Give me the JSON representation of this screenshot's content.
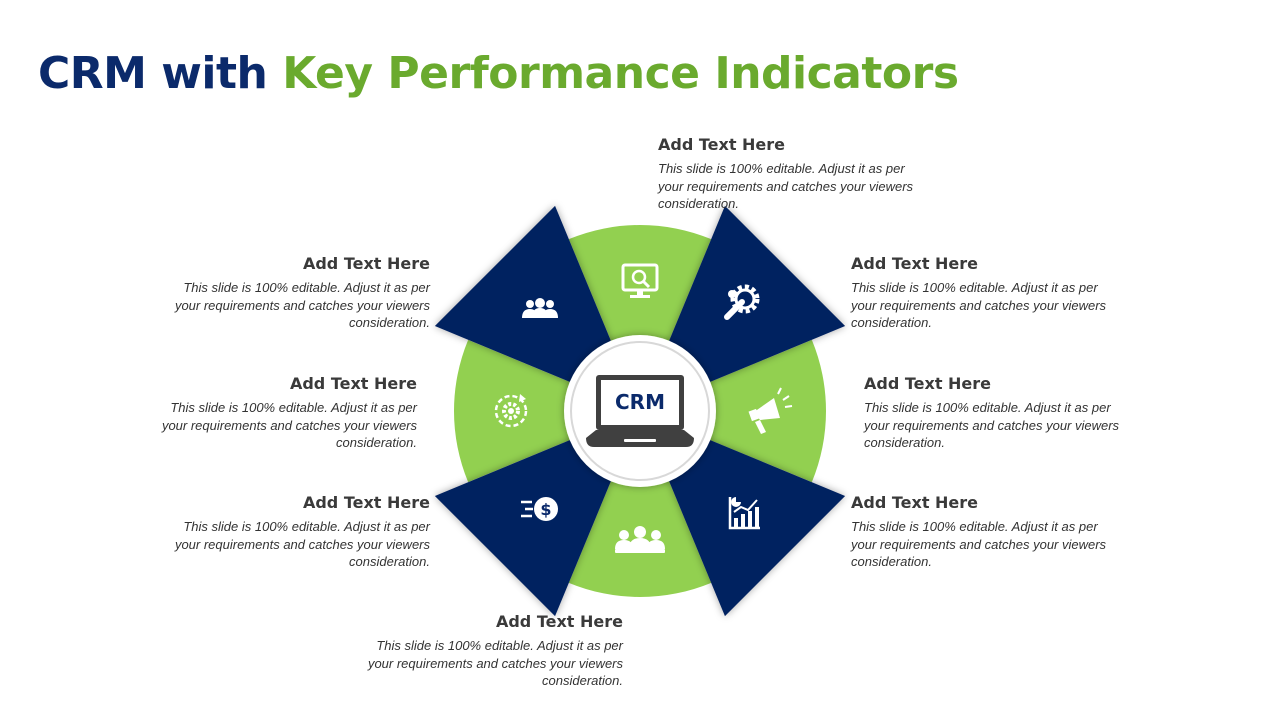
{
  "title": {
    "part1": "CRM with ",
    "part2": "Key Performance Indicators"
  },
  "colors": {
    "navy": "#0b2a6b",
    "green": "#6aaa2e",
    "light_green": "#92d050",
    "dark_navy": "#002060",
    "laptop": "#404040"
  },
  "center": {
    "label": "CRM",
    "icon": "laptop-icon"
  },
  "segments": [
    {
      "icon": "monitor-search-icon",
      "color": "light_green"
    },
    {
      "icon": "wrench-gear-icon",
      "color": "dark_navy"
    },
    {
      "icon": "megaphone-icon",
      "color": "light_green"
    },
    {
      "icon": "growth-chart-icon",
      "color": "dark_navy"
    },
    {
      "icon": "customer-team-icon",
      "color": "light_green"
    },
    {
      "icon": "fast-dollar-icon",
      "color": "dark_navy"
    },
    {
      "icon": "gear-cycle-icon",
      "color": "light_green"
    },
    {
      "icon": "team-group-icon",
      "color": "dark_navy"
    }
  ],
  "blocks": [
    {
      "heading": "Add Text Here",
      "desc": "This slide is 100%  editable. Adjust it as per your requirements and catches your viewers consideration."
    },
    {
      "heading": "Add Text Here",
      "desc": "This slide is 100%  editable. Adjust it as per your requirements and catches your viewers consideration."
    },
    {
      "heading": "Add Text Here",
      "desc": "This slide is 100%  editable. Adjust it as per your requirements and catches your viewers consideration."
    },
    {
      "heading": "Add Text Here",
      "desc": "This slide is 100%  editable. Adjust it as per your requirements and catches your viewers consideration."
    },
    {
      "heading": "Add Text Here",
      "desc": "This slide is 100%  editable. Adjust it as per your requirements and catches your viewers consideration."
    },
    {
      "heading": "Add Text Here",
      "desc": "This slide is 100%  editable. Adjust it as per your requirements and catches your viewers consideration."
    },
    {
      "heading": "Add Text Here",
      "desc": "This slide is 100%  editable. Adjust it as per your requirements and catches your viewers consideration."
    },
    {
      "heading": "Add Text Here",
      "desc": "This slide is 100%  editable. Adjust it as per your requirements and catches your viewers consideration."
    }
  ]
}
